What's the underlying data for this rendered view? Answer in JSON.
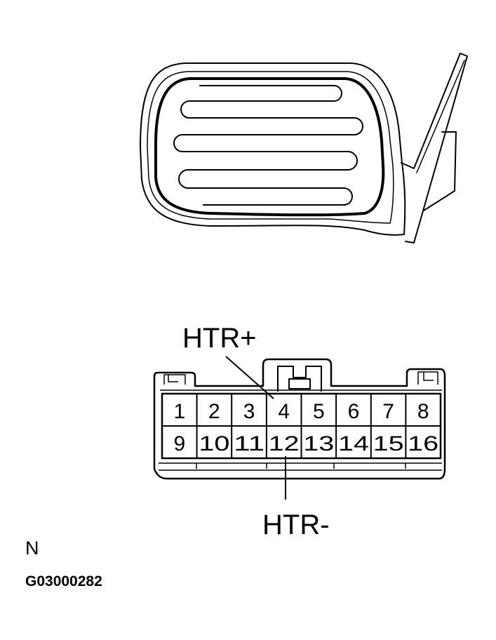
{
  "labels": {
    "htr_plus": "HTR+",
    "htr_minus": "HTR-",
    "view_letter": "N",
    "figure_code": "G03000282"
  },
  "connector": {
    "pins_top": [
      "1",
      "2",
      "3",
      "4",
      "5",
      "6",
      "7",
      "8"
    ],
    "pins_bottom": [
      "9",
      "10",
      "11",
      "12",
      "13",
      "14",
      "15",
      "16"
    ]
  },
  "icons": {
    "mirror": "outside-rear-view-mirror-icon",
    "connector": "16-pin-connector-icon"
  }
}
